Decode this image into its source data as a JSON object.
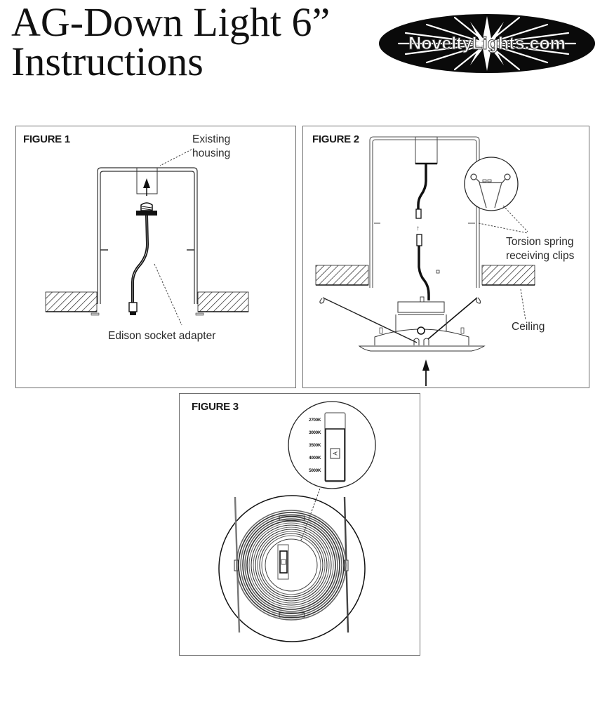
{
  "document": {
    "title_line1": "AG-Down Light 6”",
    "title_line2": "Instructions",
    "logo_text": "NoveltyLights.com",
    "logo_icon": "starburst-icon"
  },
  "figures": [
    {
      "label": "FIGURE 1",
      "callouts": {
        "existing_housing_line1": "Existing",
        "existing_housing_line2": "housing",
        "edison_adapter": "Edison socket adapter"
      }
    },
    {
      "label": "FIGURE 2",
      "callouts": {
        "torsion_line1": "Torsion spring",
        "torsion_line2": "receiving clips",
        "ceiling": "Ceiling"
      }
    },
    {
      "label": "FIGURE 3",
      "color_temperatures": [
        "2700K",
        "3000K",
        "3500K",
        "4000K",
        "5000K"
      ],
      "switch_marker": "A"
    }
  ]
}
